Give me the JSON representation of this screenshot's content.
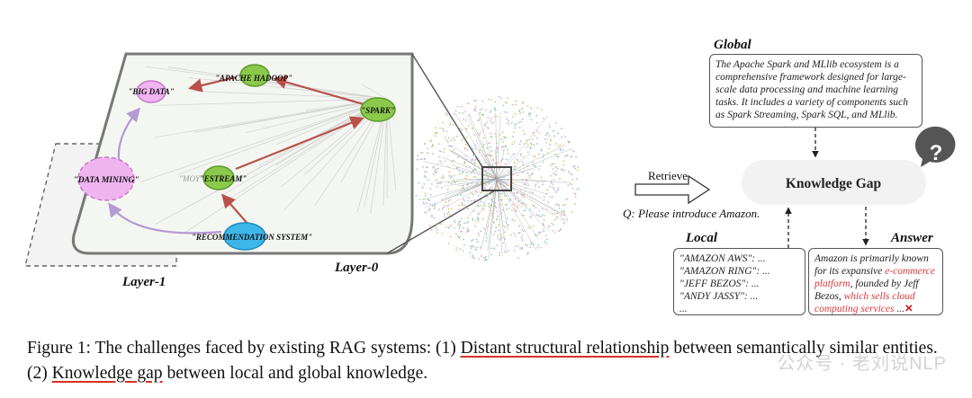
{
  "diagram": {
    "nodes": {
      "apache_hadoop": "\"APACHE HADOOP\"",
      "big_data": "\"BIG DATA\"",
      "spark": "\"SPARK\"",
      "data_mining": "\"DATA MINING\"",
      "estream": "\"ESTREAM\"",
      "recommendation": "\"RECOMMENDATION SYSTEM\"",
      "moy_prefix": "\"MOY"
    },
    "layer0_label": "Layer-0",
    "layer1_label": "Layer-1",
    "retrieve_label": "Retrieve",
    "query": "Q: Please introduce Amazon.",
    "knowledge_gap": "Knowledge Gap",
    "question_mark": "?",
    "global": {
      "title": "Global",
      "text": "The Apache Spark and MLlib ecosystem is a comprehensive framework designed for large-scale data processing and machine learning tasks. It includes a variety of components such as Spark Streaming, Spark SQL, and MLlib."
    },
    "local": {
      "title": "Local",
      "items": [
        "\"AMAZON AWS\": ...",
        "\"AMAZON RING\": ...",
        "\"JEFF BEZOS\": ...",
        "\"ANDY JASSY\": ...",
        "..."
      ]
    },
    "answer": {
      "title": "Answer",
      "part1": "Amazon is primarily known for its expansive ",
      "part2_red": "e-commerce platform",
      "part3": ", founded by Jeff Bezos, ",
      "part4_red": "which sells cloud computing services",
      "part5": " ...",
      "cross": "✕"
    },
    "colors": {
      "green_node": "#8cc84b",
      "pink_node": "#f0b4f0",
      "blue_node": "#3fb6e8",
      "red_arrow": "#b9504a",
      "purple_arrow": "#b49ad2",
      "underline": "#d93025"
    }
  },
  "caption": {
    "prefix": "Figure 1: The challenges faced by existing RAG systems: (1) ",
    "ul1": "Distant structural relationship",
    "mid": " between semantically similar entities. (2) ",
    "ul2": "Knowledge gap",
    "suffix": " between local and global knowledge."
  },
  "watermark": "公众号 · 老刘说NLP"
}
